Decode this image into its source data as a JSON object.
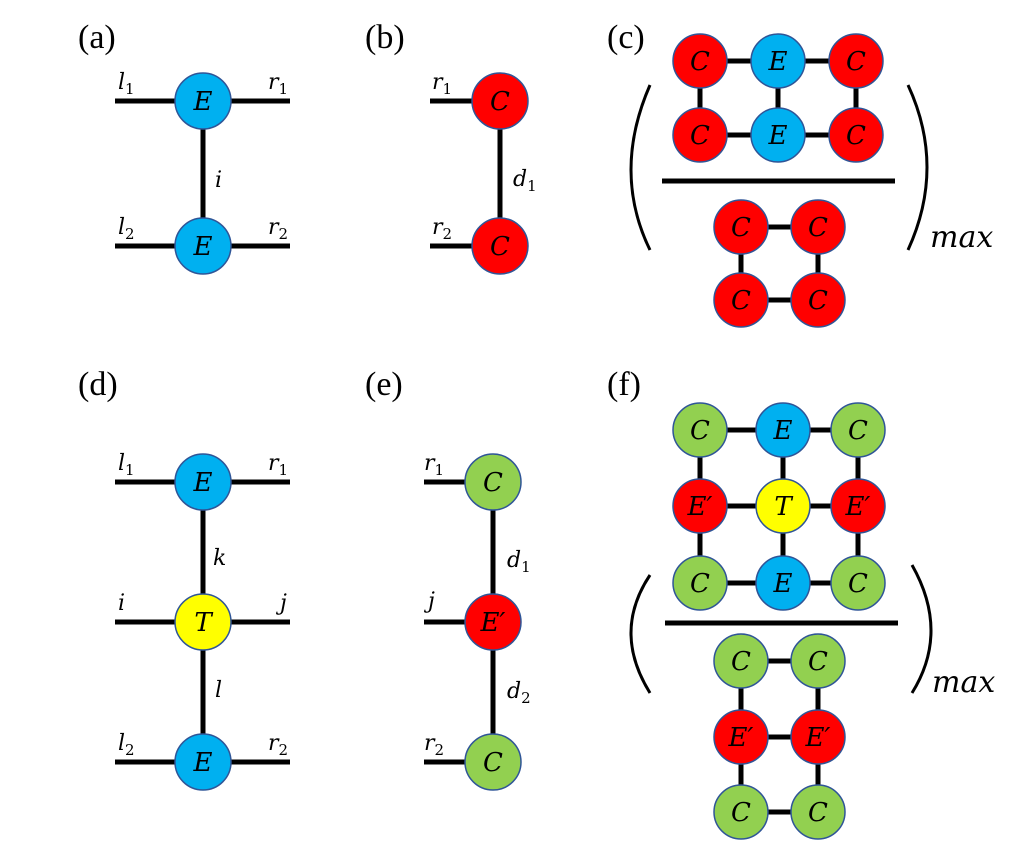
{
  "panels": {
    "a": {
      "label": "(a)",
      "top": "E",
      "bottom": "E",
      "l1": "l",
      "l1_sub": "1",
      "r1": "r",
      "r1_sub": "1",
      "l2": "l",
      "l2_sub": "2",
      "r2": "r",
      "r2_sub": "2",
      "bond": "i"
    },
    "b": {
      "label": "(b)",
      "top": "C",
      "bottom": "C",
      "r1": "r",
      "r1_sub": "1",
      "r2": "r",
      "r2_sub": "2",
      "bond": "d",
      "bond_sub": "1"
    },
    "c": {
      "label": "(c)",
      "numerator": [
        [
          "C",
          "E",
          "C"
        ],
        [
          "C",
          "E",
          "C"
        ]
      ],
      "denominator": [
        [
          "C",
          "C"
        ],
        [
          "C",
          "C"
        ]
      ],
      "max": "max"
    },
    "d": {
      "label": "(d)",
      "top": "E",
      "middle": "T",
      "bottom": "E",
      "l1": "l",
      "l1_sub": "1",
      "r1": "r",
      "r1_sub": "1",
      "l2": "l",
      "l2_sub": "2",
      "r2": "r",
      "r2_sub": "2",
      "k": "k",
      "i": "i",
      "j": "j",
      "l": "l"
    },
    "e": {
      "label": "(e)",
      "top": "C",
      "middle": "E′",
      "bottom": "C",
      "r1": "r",
      "r1_sub": "1",
      "j": "j",
      "r2": "r",
      "r2_sub": "2",
      "d1": "d",
      "d1_sub": "1",
      "d2": "d",
      "d2_sub": "2"
    },
    "f": {
      "label": "(f)",
      "numerator": [
        [
          "C",
          "E",
          "C"
        ],
        [
          "E′",
          "T",
          "E′"
        ],
        [
          "C",
          "E",
          "C"
        ]
      ],
      "denominator": [
        [
          "C",
          "C"
        ],
        [
          "E′",
          "E′"
        ],
        [
          "C",
          "C"
        ]
      ],
      "max": "max"
    }
  },
  "colors": {
    "blue": "#00b0f0",
    "red": "#ff0000",
    "green": "#92d050",
    "yellow": "#ffff00",
    "edge": "#000000",
    "node_stroke": "#2f5597"
  }
}
